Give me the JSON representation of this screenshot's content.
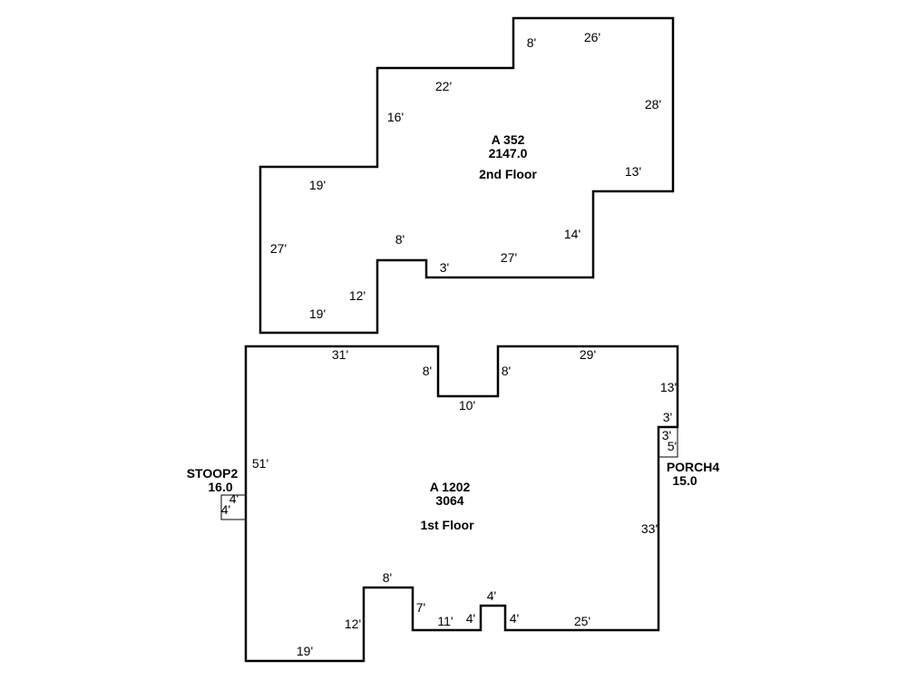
{
  "second_floor": {
    "area_code": "A 352",
    "area_value": "2147.0",
    "name": "2nd Floor",
    "dims": [
      "8'",
      "26'",
      "22'",
      "28'",
      "16'",
      "13'",
      "19'",
      "27'",
      "8'",
      "14'",
      "3'",
      "27'",
      "12'",
      "19'"
    ]
  },
  "first_floor": {
    "area_code": "A 1202",
    "area_value": "3064",
    "name": "1st Floor",
    "dims": [
      "31'",
      "29'",
      "8'",
      "8'",
      "10'",
      "13'",
      "3'",
      "51'",
      "33'",
      "8'",
      "4'",
      "7'",
      "11'",
      "4'",
      "4'",
      "25'",
      "12'",
      "19'"
    ]
  },
  "stoop": {
    "name": "STOOP2",
    "value": "16.0",
    "dims": [
      "4'",
      "4'"
    ]
  },
  "porch": {
    "name": "PORCH4",
    "value": "15.0",
    "dims": [
      "3'",
      "5'"
    ]
  }
}
